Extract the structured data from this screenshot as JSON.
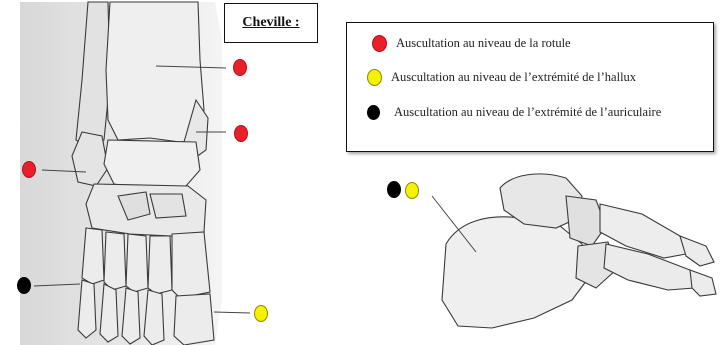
{
  "title": "Cheville :",
  "legend": [
    {
      "color": "#e8202a",
      "label": "Auscultation au niveau de la rotule"
    },
    {
      "color": "#f5f200",
      "label": "Auscultation au niveau de l’extrémité de l’hallux"
    },
    {
      "color": "#000000",
      "label": "Auscultation au niveau de l’extrémité de l’auriculaire"
    }
  ],
  "markers": [
    {
      "name": "marker-red-tibia",
      "color": "red"
    },
    {
      "name": "marker-red-talus",
      "color": "red"
    },
    {
      "name": "marker-red-malleolus",
      "color": "red"
    },
    {
      "name": "marker-black-fifth-toe",
      "color": "black"
    },
    {
      "name": "marker-yellow-hallux",
      "color": "yellow"
    },
    {
      "name": "marker-black-calcaneus",
      "color": "black"
    },
    {
      "name": "marker-yellow-calcaneus",
      "color": "yellow"
    }
  ],
  "colors": {
    "red": "#e8202a",
    "yellow": "#f5f200",
    "black": "#000000",
    "bone_fill": "#ececec",
    "bone_stroke": "#3a3a3a"
  },
  "illustrations": [
    "ankle-front-view",
    "foot-side-view"
  ]
}
